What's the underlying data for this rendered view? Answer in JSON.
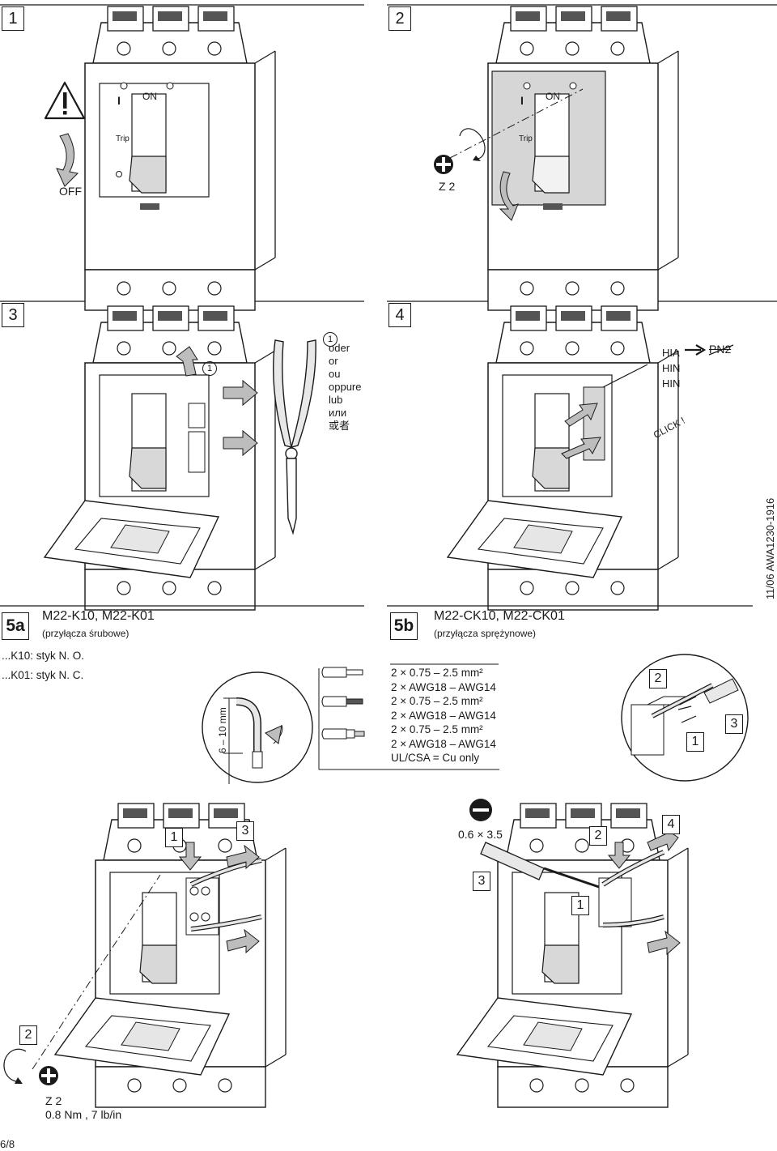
{
  "steps": {
    "s1": "1",
    "s2": "2",
    "s3": "3",
    "s4": "4"
  },
  "panel1": {
    "on": "ON",
    "on_mark": "I",
    "trip": "Trip",
    "off": "OFF"
  },
  "panel2": {
    "on": "ON",
    "on_mark": "I",
    "trip": "Trip",
    "tool": "Z 2"
  },
  "panel3": {
    "callout": "1",
    "legend_number": "1",
    "legend_lines": [
      "oder",
      "or",
      "ou",
      "oppure",
      "lub",
      "или",
      "或者"
    ]
  },
  "panel4": {
    "codes": [
      "HIA",
      "HIN",
      "HIN"
    ],
    "pn": "PN2",
    "click": "CLICK !"
  },
  "doc_code": "11/06 AWA1230-1916",
  "sec5a": {
    "label": "5a",
    "title": "M22-K10, M22-K01",
    "subtitle": "(przyłącza śrubowe)",
    "notes": [
      "...K10: styk N. O.",
      "...K01: styk N. C."
    ],
    "strip_length": "6 – 10 mm",
    "callout_1": "1",
    "callout_3": "3",
    "callout_2": "2",
    "tool": "Z 2",
    "torque": "0.8 Nm ,  7 lb/in"
  },
  "sec5b": {
    "label": "5b",
    "title": "M22-CK10, M22-CK01",
    "subtitle": "(przyłącza sprężynowe)",
    "wire_specs": [
      "2 × 0.75 – 2.5 mm²",
      "2 × AWG18 – AWG14",
      "2 × 0.75 – 2.5 mm²",
      "2 × AWG18 – AWG14",
      "2 × 0.75 – 2.5 mm²",
      "2 × AWG18 – AWG14",
      "UL/CSA = Cu only"
    ],
    "detail_callouts": [
      "2",
      "1",
      "3"
    ],
    "screwdriver": "0.6 × 3.5",
    "callout_3": "3",
    "callout_1": "1",
    "callout_2": "2",
    "callout_4": "4"
  },
  "page_number": "6/8"
}
